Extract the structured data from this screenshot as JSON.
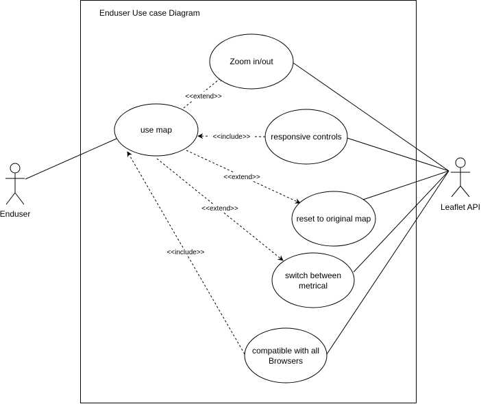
{
  "diagram": {
    "title": "Enduser Use case Diagram",
    "actors": {
      "enduser": "Enduser",
      "leaflet": "Leaflet API"
    },
    "use_cases": {
      "use_map": "use map",
      "zoom": "Zoom in/out",
      "responsive": "responsive controls",
      "reset": "reset to original map",
      "switch_line1": "switch between",
      "switch_line2": "metrical",
      "compatible_line1": "compatible  with all",
      "compatible_line2": "Browsers"
    },
    "relations": {
      "extend_zoom": "<<extend>>",
      "include_responsive": "<<include>>",
      "extend_reset": "<<extend>>",
      "extend_switch": "<<extend>>",
      "include_compatible": "<<include>>"
    }
  }
}
